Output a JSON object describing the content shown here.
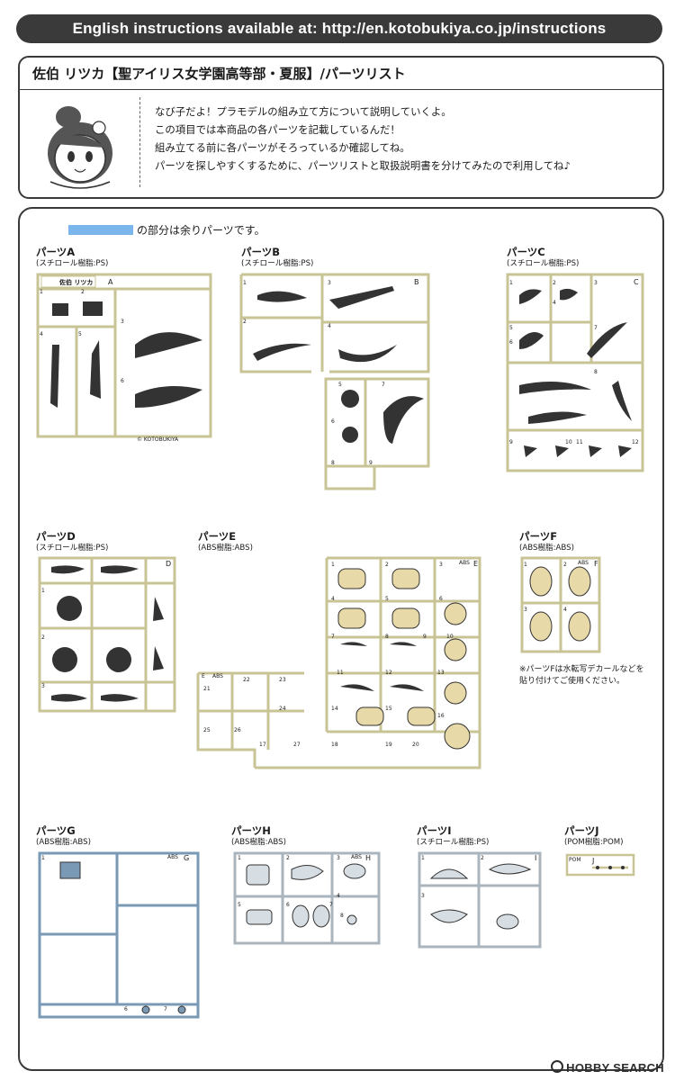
{
  "banner": {
    "text": "English instructions available at: http://en.kotobukiya.co.jp/instructions"
  },
  "intro": {
    "title": "佐伯 リツカ【聖アイリス女学園高等部・夏服】/パーツリスト",
    "lines": [
      "なび子だよ！プラモデルの組み立て方について説明していくよ。",
      "この項目では本商品の各パーツを記載しているんだ！",
      "組み立てる前に各パーツがそろっているか確認してね。",
      "パーツを探しやすくするために、パーツリストと取扱説明書を分けてみたので利用してね♪"
    ]
  },
  "legend": {
    "text": "の部分は余りパーツです。",
    "color": "#7ab6ec"
  },
  "colors": {
    "frame": "#3a3a3a",
    "runner_main": "#c9c496",
    "runner_blue": "#7a99b5",
    "runner_gray": "#a9b4bd"
  },
  "parts": {
    "A": {
      "name": "パーツA",
      "material": "(スチロール樹脂:PS)",
      "tag": "A",
      "inner_label": "佐伯 リツカ",
      "footer": "© KOTOBUKIYA",
      "numbers": [
        "1",
        "2",
        "3",
        "4",
        "5",
        "6"
      ]
    },
    "B": {
      "name": "パーツB",
      "material": "(スチロール樹脂:PS)",
      "tag": "B",
      "numbers": [
        "1",
        "2",
        "3",
        "4",
        "5",
        "6",
        "7",
        "8",
        "9"
      ]
    },
    "C": {
      "name": "パーツC",
      "material": "(スチロール樹脂:PS)",
      "tag": "C",
      "numbers": [
        "1",
        "2",
        "3",
        "4",
        "5",
        "6",
        "7",
        "8",
        "9",
        "10",
        "11",
        "12"
      ]
    },
    "D": {
      "name": "パーツD",
      "material": "(スチロール樹脂:PS)",
      "tag": "D",
      "numbers": [
        "1",
        "2",
        "3"
      ]
    },
    "E": {
      "name": "パーツE",
      "material": "(ABS樹脂:ABS)",
      "tag": "E",
      "numbers": [
        "1",
        "2",
        "3",
        "4",
        "5",
        "6",
        "7",
        "8",
        "9",
        "10",
        "11",
        "12",
        "13",
        "14",
        "15",
        "16",
        "17",
        "18",
        "19",
        "20",
        "21",
        "22",
        "23",
        "24",
        "25",
        "26",
        "27"
      ]
    },
    "F": {
      "name": "パーツF",
      "material": "(ABS樹脂:ABS)",
      "tag": "F",
      "numbers": [
        "1",
        "2",
        "3",
        "4"
      ]
    },
    "G": {
      "name": "パーツG",
      "material": "(ABS樹脂:ABS)",
      "tag": "G",
      "numbers": [
        "1",
        "6",
        "7"
      ]
    },
    "H": {
      "name": "パーツH",
      "material": "(ABS樹脂:ABS)",
      "tag": "H",
      "numbers": [
        "1",
        "2",
        "3",
        "4",
        "5",
        "6",
        "7",
        "8"
      ]
    },
    "I": {
      "name": "パーツI",
      "material": "(スチロール樹脂:PS)",
      "tag": "I",
      "numbers": [
        "1",
        "2",
        "3"
      ]
    },
    "J": {
      "name": "パーツJ",
      "material": "(POM樹脂:POM)",
      "tag": "J"
    }
  },
  "abs_label": "ABS",
  "pom_label": "POM",
  "note_f": [
    "※パーツFは水転写デカールなどを",
    "貼り付けてご使用ください。"
  ],
  "watermark": {
    "text": "HOBBY SEARCH"
  }
}
